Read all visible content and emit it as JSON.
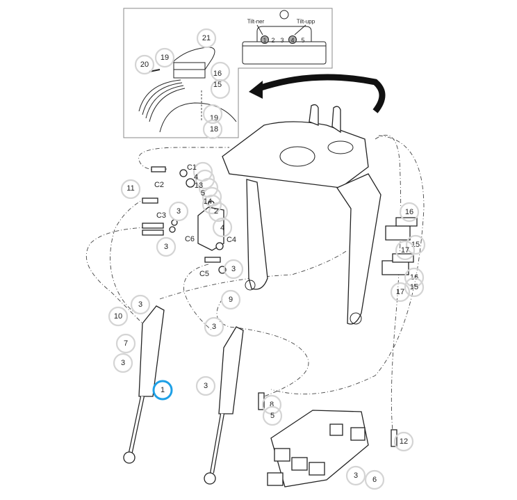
{
  "inset": {
    "tilt_down_label": "Tilt-ner",
    "tilt_up_label": "Tilt-upp",
    "ports": [
      "1",
      "2",
      "3",
      "4",
      "5"
    ],
    "callouts": [
      "21",
      "20",
      "19",
      "16",
      "15",
      "19",
      "18"
    ]
  },
  "callouts": [
    "C1",
    "4",
    "C2",
    "13",
    "5",
    "11",
    "14",
    "3",
    "2",
    "C3",
    "4",
    "3",
    "C6",
    "C4",
    "3",
    "C5",
    "9",
    "10",
    "3",
    "7",
    "3",
    "1",
    "3",
    "3",
    "16",
    "15",
    "17",
    "16",
    "15",
    "17",
    "8",
    "5",
    "12",
    "3",
    "6"
  ],
  "colors": {
    "highlight": "#1ea0e6",
    "callout_ring": "#d4d4d4"
  }
}
